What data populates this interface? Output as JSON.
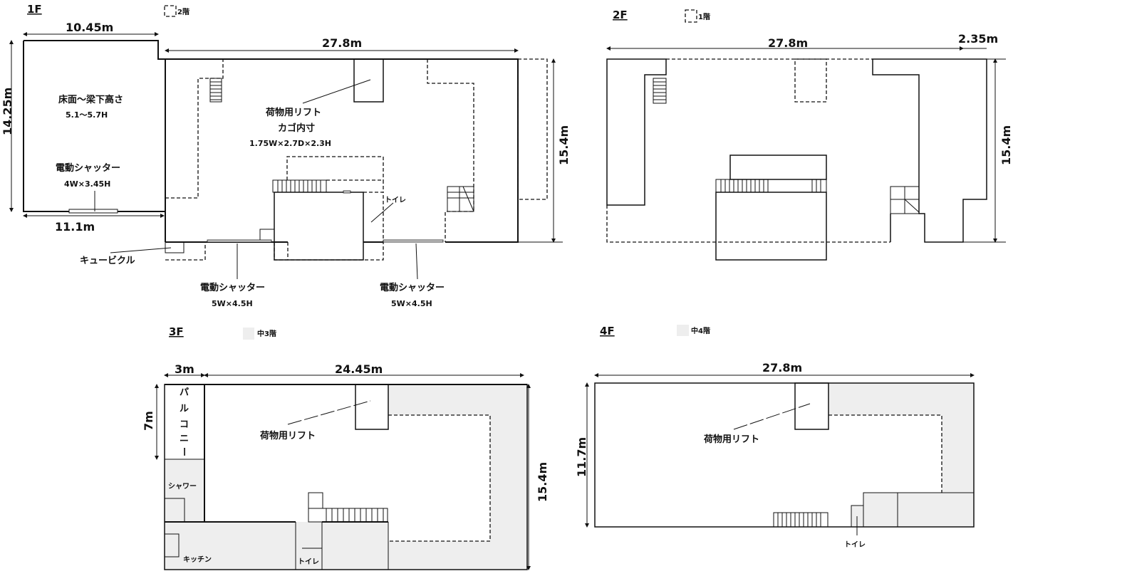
{
  "floors": {
    "f1": {
      "label": "1F",
      "legend": "2階",
      "dims": {
        "annex_width": "10.45m",
        "annex_depth": "14.25m",
        "annex_bottom": "11.1m",
        "main_width": "27.8m",
        "main_depth": "15.4m"
      },
      "annex_height_title": "床面～梁下高さ",
      "annex_height_value": "5.1～5.7H",
      "annex_shutter_title": "電動シャッター",
      "annex_shutter_size": "4W×3.45H",
      "lift_title": "荷物用リフト",
      "lift_sub": "カゴ内寸",
      "lift_size": "1.75W×2.7D×2.3H",
      "toilet": "トイレ",
      "cubicle": "キュービクル",
      "shutter1_title": "電動シャッター",
      "shutter1_size": "5W×4.5H",
      "shutter2_title": "電動シャッター",
      "shutter2_size": "5W×4.5H"
    },
    "f2": {
      "label": "2F",
      "legend": "1階",
      "dims": {
        "width": "27.8m",
        "extra_width": "2.35m",
        "depth": "15.4m"
      }
    },
    "f3": {
      "label": "3F",
      "legend": "中3階",
      "dims": {
        "balcony_width": "3m",
        "width": "24.45m",
        "balcony_depth": "7m",
        "depth": "15.4m"
      },
      "balcony": [
        "パ",
        "ル",
        "コ",
        "ニ",
        "ー"
      ],
      "lift": "荷物用リフト",
      "shower": "シャワー",
      "kitchen": "キッチン",
      "toilet": "トイレ"
    },
    "f4": {
      "label": "4F",
      "legend": "中4階",
      "dims": {
        "width": "27.8m",
        "depth": "11.7m"
      },
      "lift": "荷物用リフト",
      "toilet": "トイレ"
    }
  },
  "colors": {
    "mezzanine": "#eeeeee",
    "wall": "#111111"
  }
}
